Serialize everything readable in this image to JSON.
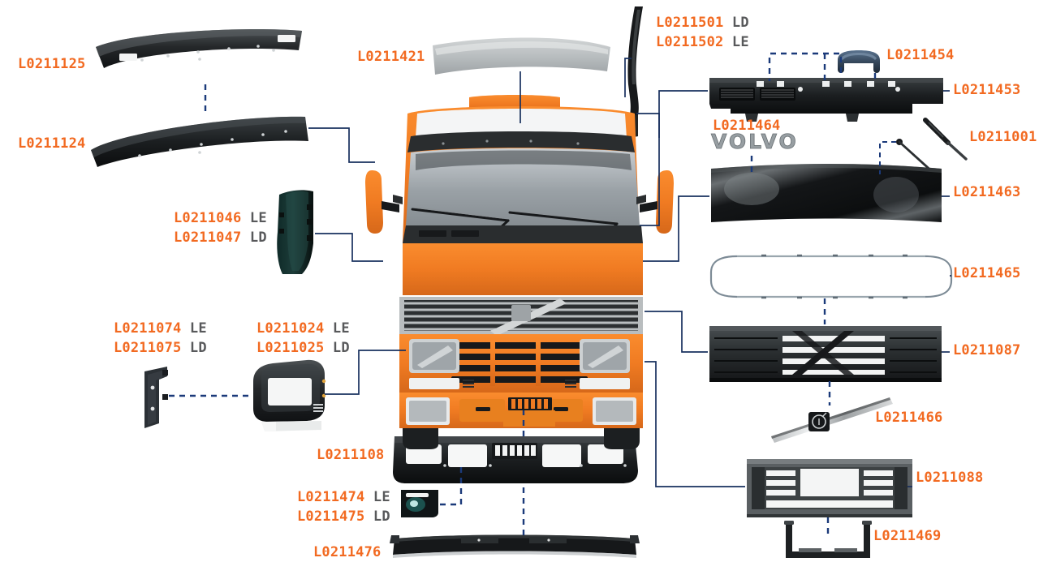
{
  "diagram": {
    "title": "Volvo truck front cab exploded parts diagram",
    "accent_color": "#F26A21",
    "suffix_color": "#58595B",
    "line_color": "#18305E",
    "background": "#ffffff",
    "vehicle_body_color": "#F07B22"
  },
  "labels": {
    "sun_visor_outer": {
      "code": "L0211125"
    },
    "sun_visor_inner": {
      "code": "L0211124"
    },
    "roof_spoiler": {
      "code": "L0211421"
    },
    "a_pillar_trim_ld": {
      "code": "L0211501",
      "suffix": "LD"
    },
    "a_pillar_trim_le": {
      "code": "L0211502",
      "suffix": "LE"
    },
    "grab_handle": {
      "code": "L0211454"
    },
    "header_panel": {
      "code": "L0211453"
    },
    "gas_strut": {
      "code": "L0211001"
    },
    "volvo_lettering": {
      "code": "L0211464"
    },
    "hood_panel": {
      "code": "L0211463"
    },
    "seal_frame": {
      "code": "L0211465"
    },
    "upper_grille": {
      "code": "L0211087"
    },
    "emblem_bar": {
      "code": "L0211466"
    },
    "lower_grille": {
      "code": "L0211088"
    },
    "grille_bracket": {
      "code": "L0211469"
    },
    "fender_le": {
      "code": "L0211046",
      "suffix": "LE"
    },
    "fender_ld": {
      "code": "L0211047",
      "suffix": "LD"
    },
    "corner_trim_le": {
      "code": "L0211074",
      "suffix": "LE"
    },
    "corner_trim_ld": {
      "code": "L0211075",
      "suffix": "LD"
    },
    "headlamp_housing_le": {
      "code": "L0211024",
      "suffix": "LE"
    },
    "headlamp_housing_ld": {
      "code": "L0211025",
      "suffix": "LD"
    },
    "bumper": {
      "code": "L0211108"
    },
    "fog_lamp_le": {
      "code": "L0211474",
      "suffix": "LE"
    },
    "fog_lamp_ld": {
      "code": "L0211475",
      "suffix": "LD"
    },
    "lower_valance": {
      "code": "L0211476"
    }
  }
}
